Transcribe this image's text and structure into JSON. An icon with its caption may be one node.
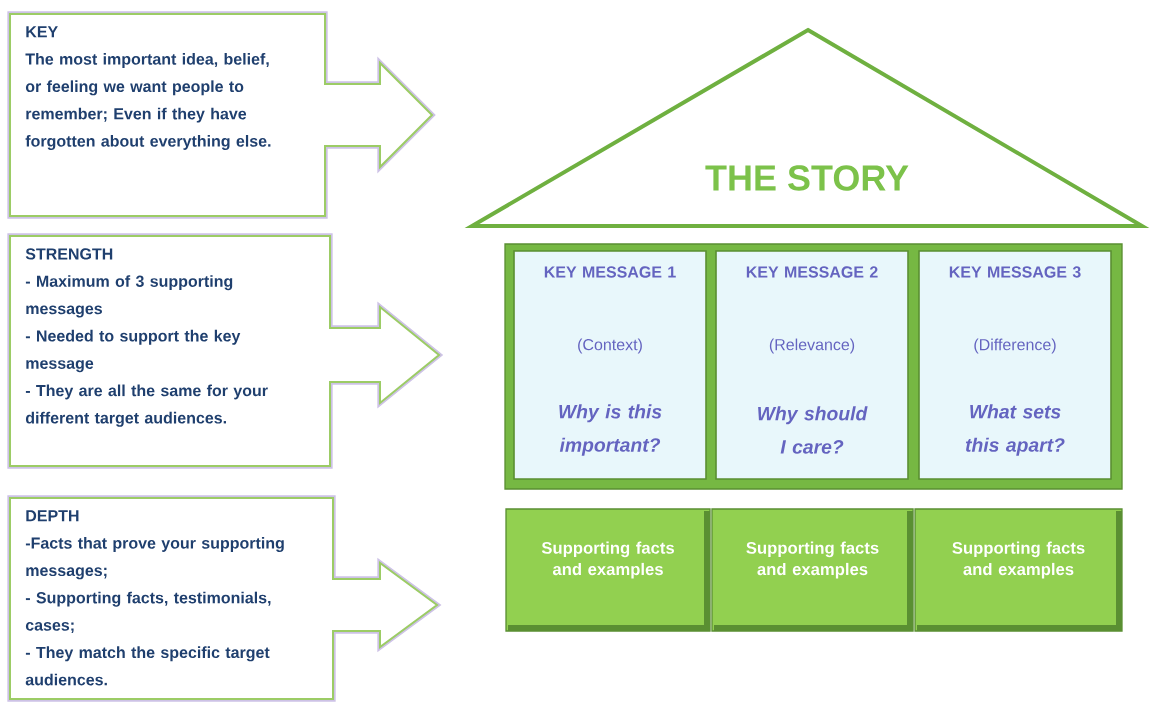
{
  "diagram": {
    "nodes": [
      {
        "text": [
          "KEY",
          "The most important idea, belief, or feeling we want people to remember;  Even if they have forgotten about everything else."
        ]
      },
      {
        "text": [
          "STRENGTH",
          "- Maximum of 3 supporting messages",
          "- Needed to support the key message",
          "- They are all the same for your different target audiences."
        ]
      },
      {
        "text": [
          "DEPTH",
          "-Facts that prove your supporting messages;",
          "- Supporting facts, testimonials, cases;",
          "- They match the specific target audiences."
        ]
      },
      {
        "text": [
          "THE STORY"
        ]
      },
      {
        "text": [
          "KEY MESSAGE 1",
          "(Context)",
          "Why is this important?"
        ]
      },
      {
        "text": [
          "KEY MESSAGE 2",
          "(Relevance)",
          "Why should I care?"
        ]
      },
      {
        "text": [
          "KEY MESSAGE 3",
          "(Difference)",
          "What sets this apart?"
        ]
      },
      {
        "text": [
          "Supporting facts and examples"
        ]
      },
      {
        "text": [
          "Supporting facts and examples"
        ]
      },
      {
        "text": [
          "Supporting facts and examples"
        ]
      }
    ]
  }
}
